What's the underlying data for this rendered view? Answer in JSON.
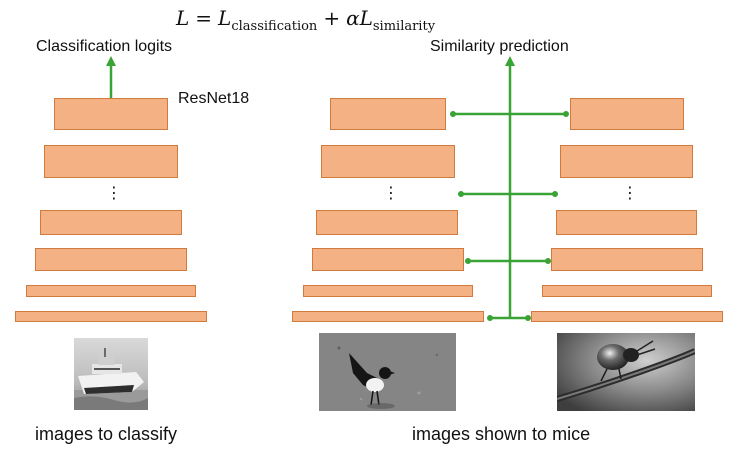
{
  "formula": {
    "lhs": "L",
    "equals": "=",
    "term1_symbol": "L",
    "term1_sub": "classification",
    "plus": "+",
    "term2_coef": "α",
    "term2_symbol": "L",
    "term2_sub": "similarity"
  },
  "labels": {
    "classification_logits": "Classification logits",
    "resnet": "ResNet18",
    "similarity_prediction": "Similarity prediction",
    "images_to_classify": "images to classify",
    "images_shown_to_mice": "images shown to mice"
  },
  "ellipsis": "⋮",
  "colors": {
    "layer_fill": "#f4b183",
    "layer_border": "#d07a3e",
    "connector_green": "#3aa335"
  }
}
